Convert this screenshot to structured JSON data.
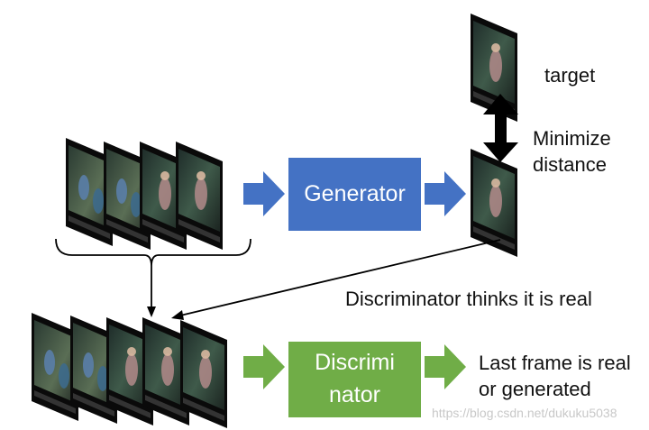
{
  "labels": {
    "target": "target",
    "minimize_line1": "Minimize",
    "minimize_line2": "distance",
    "discriminator_thinks": "Discriminator thinks it is real",
    "last_frame_line1": "Last frame is real",
    "last_frame_line2": "or generated"
  },
  "boxes": {
    "generator": "Generator",
    "discriminator_line1": "Discrimi",
    "discriminator_line2": "nator"
  },
  "watermark": "https://blog.csdn.net/dukuku5038",
  "colors": {
    "generator_fill": "#4472c4",
    "discriminator_fill": "#70ad47",
    "arrow_blue": "#4472c4",
    "arrow_green": "#70ad47"
  }
}
